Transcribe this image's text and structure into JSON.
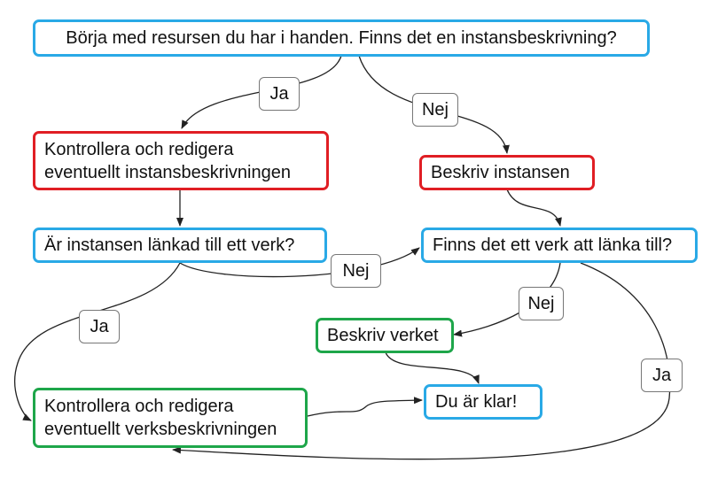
{
  "nodes": {
    "start": "Börja med resursen du har i handen. Finns det en instansbeskrivning?",
    "edit_instance": "Kontrollera och redigera\neventuellt instansbeskrivningen",
    "describe_instance": "Beskriv instansen",
    "instance_linked": "Är instansen länkad till ett verk?",
    "work_to_link": "Finns det ett verk att länka till?",
    "describe_work": "Beskriv verket",
    "done": "Du är klar!",
    "edit_work": "Kontrollera och redigera\neventuellt verksbeskrivningen"
  },
  "edge_labels": {
    "start_yes": "Ja",
    "start_no": "Nej",
    "linked_no": "Nej",
    "linked_yes": "Ja",
    "work_no": "Nej",
    "work_yes": "Ja"
  },
  "colors": {
    "question": "#29a9e6",
    "action": "#e01e24",
    "outcome": "#1ea64a",
    "edge": "#222222"
  }
}
